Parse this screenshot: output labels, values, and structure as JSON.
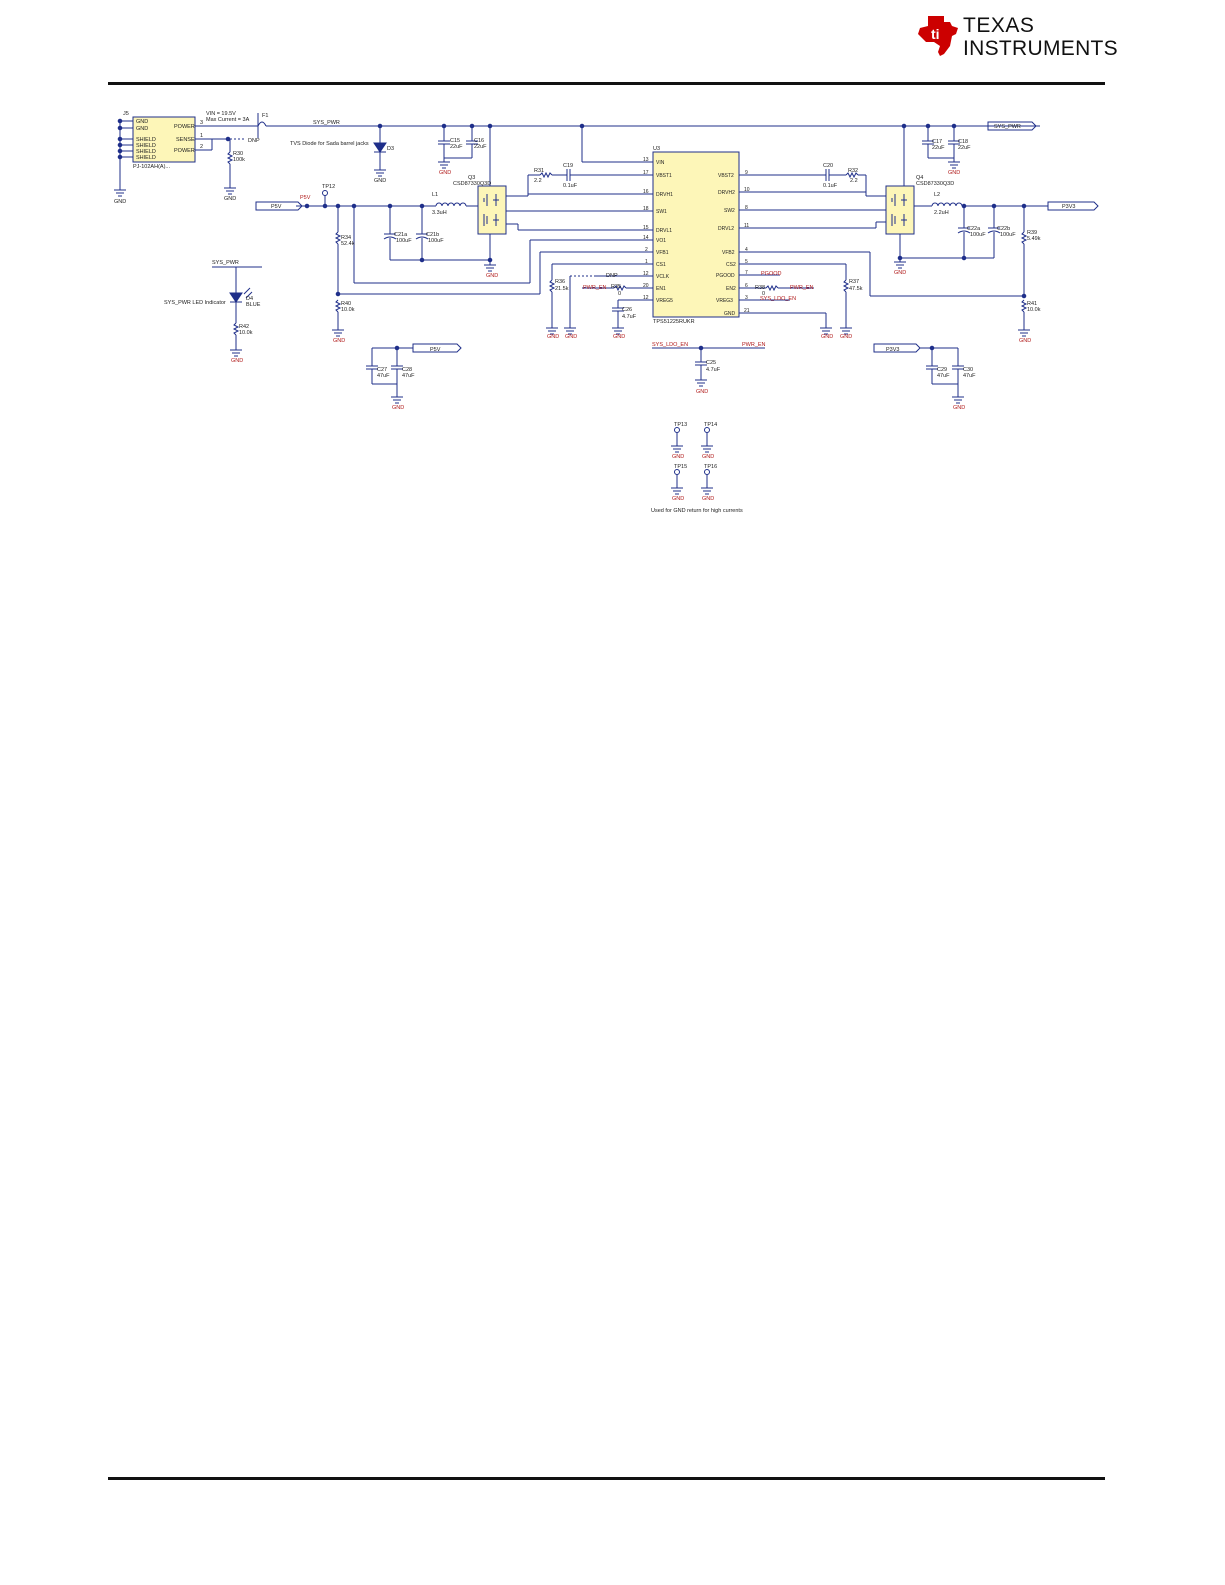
{
  "header": {
    "brand_line1": "TEXAS",
    "brand_line2": "INSTRUMENTS",
    "logo_color": "#cc0000"
  },
  "colors": {
    "wire": "#1f2f8a",
    "part": "#1f2f8a",
    "gnd_label": "#b01919",
    "highlight": "#fdf6b8",
    "ic_fill": "#fdf6b8",
    "text": "#222222"
  },
  "connector": {
    "ref": "J5",
    "part": "PJ-102AH(A)...",
    "left_pins": [
      "GND",
      "GND",
      "SHIELD",
      "SHIELD",
      "SHIELD",
      "SHIELD"
    ],
    "right_pins": [
      "POWER",
      "SENSE",
      "POWER"
    ],
    "right_pin_numbers": [
      "3",
      "1",
      "2"
    ],
    "note1": "VIN = 19.5V",
    "note2": "Max Current = 3A"
  },
  "fuse": {
    "ref": "F1",
    "label": "DNP"
  },
  "nets": {
    "sys_pwr": "SYS_PWR",
    "sys_pwr_right": "SYS_PWR",
    "p5v": "P5V",
    "p3v3": "P3V3",
    "pwr_en": "PWR_EN",
    "pgood": "PGOOD",
    "sys_ldo_en": "SYS_LDO_EN",
    "gnd": "GND"
  },
  "tvs": {
    "ref": "D3",
    "note": "TVS Diode for Sada barrel jacks"
  },
  "led": {
    "ref": "D4",
    "color": "BLUE",
    "label": "SYS_PWR LED Indicator",
    "net": "SYS_PWR",
    "r_ref": "R42",
    "r_val": "10.0k"
  },
  "resistors": {
    "r30": {
      "ref": "R30",
      "val": "100k"
    },
    "r31": {
      "ref": "R31",
      "val": "2.2"
    },
    "r32": {
      "ref": "R32",
      "val": "2.2"
    },
    "r34": {
      "ref": "R34",
      "val": "52.4k"
    },
    "r40": {
      "ref": "R40",
      "val": "10.0k"
    },
    "r35": {
      "ref": "R35",
      "val": "0"
    },
    "r36": {
      "ref": "R36",
      "val": "21.5k"
    },
    "r37": {
      "ref": "R37",
      "val": "47.5k"
    },
    "r38": {
      "ref": "R38",
      "val": "0"
    },
    "r39": {
      "ref": "R39",
      "val": "5.49k"
    },
    "r41": {
      "ref": "R41",
      "val": "10.0k"
    }
  },
  "capacitors": {
    "c15": {
      "ref": "C15",
      "val": "22uF"
    },
    "c16": {
      "ref": "C16",
      "val": "22uF"
    },
    "c17": {
      "ref": "C17",
      "val": "22uF"
    },
    "c18": {
      "ref": "C18",
      "val": "22uF"
    },
    "c19": {
      "ref": "C19",
      "val": "0.1uF"
    },
    "c20": {
      "ref": "C20",
      "val": "0.1uF"
    },
    "c21a": {
      "ref": "C21a",
      "val": "100uF"
    },
    "c21b": {
      "ref": "C21b",
      "val": "100uF"
    },
    "c22a": {
      "ref": "C22a",
      "val": "100uF"
    },
    "c22b": {
      "ref": "C22b",
      "val": "100uF"
    },
    "c26": {
      "ref": "C26",
      "val": "4.7uF"
    },
    "c25": {
      "ref": "C25",
      "val": "4.7uF"
    },
    "c27": {
      "ref": "C27",
      "val": "47uF"
    },
    "c28": {
      "ref": "C28",
      "val": "47uF"
    },
    "c29": {
      "ref": "C29",
      "val": "47uF"
    },
    "c30": {
      "ref": "C30",
      "val": "47uF"
    }
  },
  "inductors": {
    "l1": {
      "ref": "L1",
      "val": "3.3uH"
    },
    "l2": {
      "ref": "L2",
      "val": "2.2uH"
    }
  },
  "mosfets": {
    "q3": {
      "ref": "Q3",
      "part": "CSD87330Q3D"
    },
    "q4": {
      "ref": "Q4",
      "part": "CSD87330Q3D"
    }
  },
  "test_points": {
    "tp12": "TP12",
    "tp13": "TP13",
    "tp14": "TP14",
    "tp15": "TP15",
    "tp16": "TP16"
  },
  "ic": {
    "ref": "U3",
    "part": "TPS51225RUKR",
    "left_pins": [
      {
        "name": "VIN",
        "num": "13"
      },
      {
        "name": "VBST1",
        "num": "17"
      },
      {
        "name": "DRVH1",
        "num": "16"
      },
      {
        "name": "SW1",
        "num": "18"
      },
      {
        "name": "DRVL1",
        "num": "15"
      },
      {
        "name": "VO1",
        "num": "14"
      },
      {
        "name": "VFB1",
        "num": "2"
      },
      {
        "name": "CS1",
        "num": "1"
      },
      {
        "name": "VCLK",
        "num": "12"
      },
      {
        "name": "EN1",
        "num": "20"
      },
      {
        "name": "VREG5",
        "num": "12"
      }
    ],
    "right_pins": [
      {
        "name": "VBST2",
        "num": "9"
      },
      {
        "name": "DRVH2",
        "num": "10"
      },
      {
        "name": "SW2",
        "num": "8"
      },
      {
        "name": "DRVL2",
        "num": "11"
      },
      {
        "name": "VFB2",
        "num": "4"
      },
      {
        "name": "CS2",
        "num": "5"
      },
      {
        "name": "PGOOD",
        "num": "7"
      },
      {
        "name": "EN2",
        "num": "6"
      },
      {
        "name": "VREG3",
        "num": "3"
      },
      {
        "name": "GND",
        "num": "21"
      }
    ]
  },
  "notes": {
    "dnp": "DNP",
    "gnd_return": "Used for GND return for high currents"
  }
}
